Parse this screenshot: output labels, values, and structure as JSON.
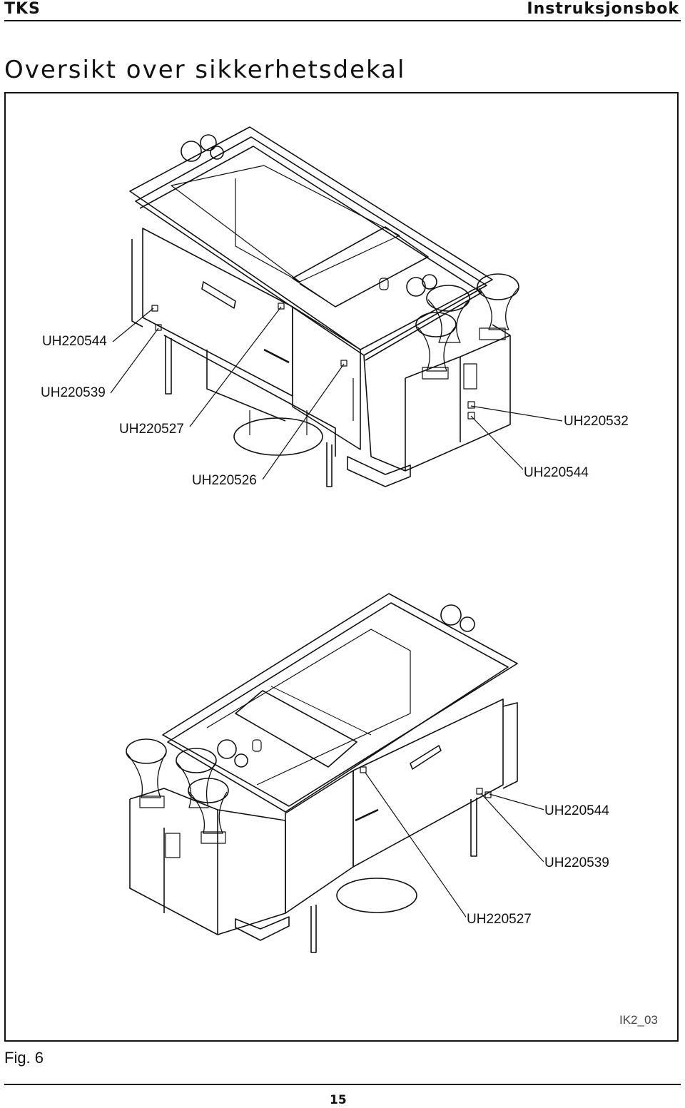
{
  "header": {
    "left": "TKS",
    "right": "Instruksjonsbok"
  },
  "page_title": "Oversikt over sikkerhetsdekal",
  "labels_top": {
    "l1": "UH220544",
    "l2": "UH220539",
    "l3": "UH220527",
    "l4": "UH220526",
    "r1": "UH220532",
    "r2": "UH220544"
  },
  "labels_bottom": {
    "b1": "UH220544",
    "b2": "UH220539",
    "b3": "UH220527"
  },
  "figure_ref": "IK2_03",
  "figure_caption": "Fig. 6",
  "page_number": "15"
}
